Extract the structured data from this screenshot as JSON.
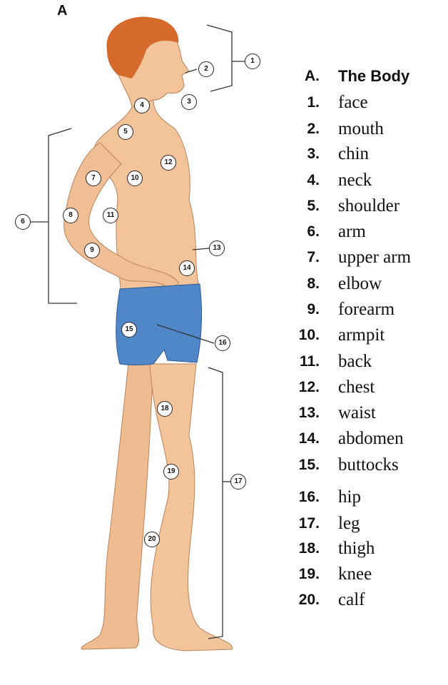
{
  "section_letter": "A",
  "legend": {
    "header": {
      "num": "A.",
      "label": "The Body"
    },
    "items": [
      {
        "num": "1.",
        "label": "face"
      },
      {
        "num": "2.",
        "label": "mouth"
      },
      {
        "num": "3.",
        "label": "chin"
      },
      {
        "num": "4.",
        "label": "neck"
      },
      {
        "num": "5.",
        "label": "shoulder"
      },
      {
        "num": "6.",
        "label": "arm"
      },
      {
        "num": "7.",
        "label": "upper arm"
      },
      {
        "num": "8.",
        "label": "elbow"
      },
      {
        "num": "9.",
        "label": "forearm"
      },
      {
        "num": "10.",
        "label": "armpit"
      },
      {
        "num": "11.",
        "label": "back"
      },
      {
        "num": "12.",
        "label": "chest"
      },
      {
        "num": "13.",
        "label": "waist"
      },
      {
        "num": "14.",
        "label": "abdomen"
      },
      {
        "num": "15.",
        "label": "buttocks"
      },
      {
        "num": "16.",
        "label": "hip"
      },
      {
        "num": "17.",
        "label": "leg"
      },
      {
        "num": "18.",
        "label": "thigh"
      },
      {
        "num": "19.",
        "label": "knee"
      },
      {
        "num": "20.",
        "label": "calf"
      }
    ]
  },
  "markers": [
    "1",
    "2",
    "3",
    "4",
    "5",
    "6",
    "7",
    "8",
    "9",
    "10",
    "11",
    "12",
    "13",
    "14",
    "15",
    "16",
    "17",
    "18",
    "19",
    "20"
  ],
  "colors": {
    "skin": "#f3c39a",
    "hair": "#d66a2c",
    "shorts": "#4f87c8",
    "ink": "#222222"
  }
}
